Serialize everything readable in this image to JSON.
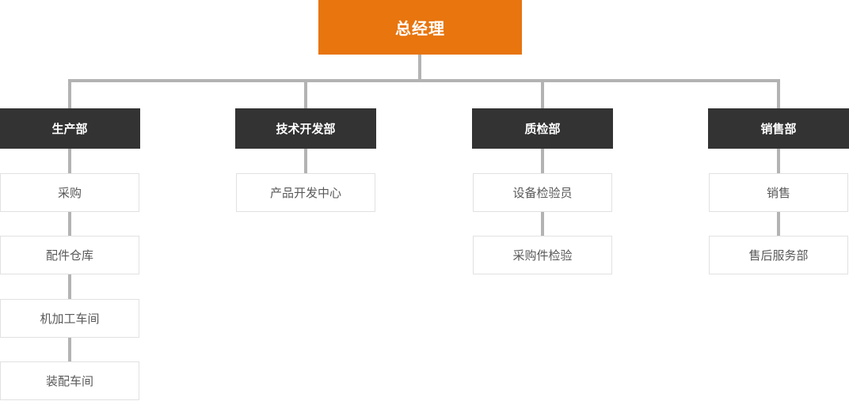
{
  "org_chart": {
    "root": {
      "label": "总经理"
    },
    "departments": [
      {
        "label": "生产部",
        "children": [
          "采购",
          "配件仓库",
          "机加工车间",
          "装配车间"
        ]
      },
      {
        "label": "技术开发部",
        "children": [
          "产品开发中心"
        ]
      },
      {
        "label": "质检部",
        "children": [
          "设备检验员",
          "采购件检验"
        ]
      },
      {
        "label": "销售部",
        "children": [
          "销售",
          "售后服务部"
        ]
      }
    ],
    "colors": {
      "root_bg": "#E8750E",
      "dept_bg": "#333333",
      "connector": "#B3B3B3",
      "leaf_border": "#E1E1E1",
      "leaf_text": "#595959",
      "node_text": "#FFFFFF"
    }
  }
}
